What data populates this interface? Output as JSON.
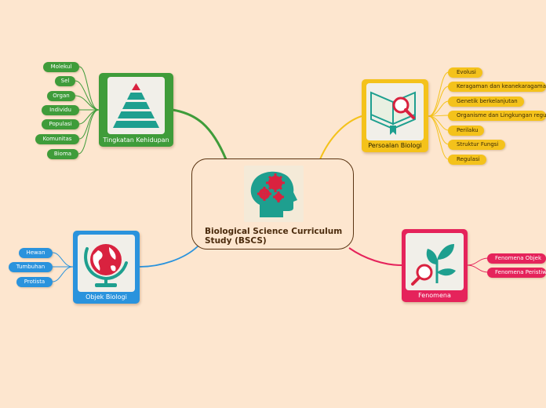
{
  "central": {
    "title": "Biological Science Curriculum Study (BSCS)",
    "icon": "head-gears-icon"
  },
  "branches": {
    "tingkatan": {
      "label": "Tingkatan Kehidupan",
      "icon": "pyramid-icon",
      "color": "#3f9c3a",
      "items": [
        "Molekul",
        "Sel",
        "Organ",
        "Individu",
        "Populasi",
        "Komunitas",
        "Bioma"
      ]
    },
    "persoalan": {
      "label": "Persoalan Biologi",
      "icon": "book-magnifier-icon",
      "color": "#f4c21b",
      "items": [
        "Evolusi",
        "Keragaman dan keanekaragaman",
        "Genetik berkelanjutan",
        "Organisme dan Lingkungan regu",
        "Perilaku",
        "Struktur Fungsi",
        "Regulasi"
      ]
    },
    "objek": {
      "label": "Objek Biologi",
      "icon": "globe-icon",
      "color": "#2a93dd",
      "items": [
        "Hewan",
        "Tumbuhan",
        "Protista"
      ]
    },
    "fenomena": {
      "label": "Fenomena",
      "icon": "plant-magnifier-icon",
      "color": "#e5235b",
      "items": [
        "Fenomena Objek",
        "Fenomena Peristiw"
      ]
    }
  }
}
